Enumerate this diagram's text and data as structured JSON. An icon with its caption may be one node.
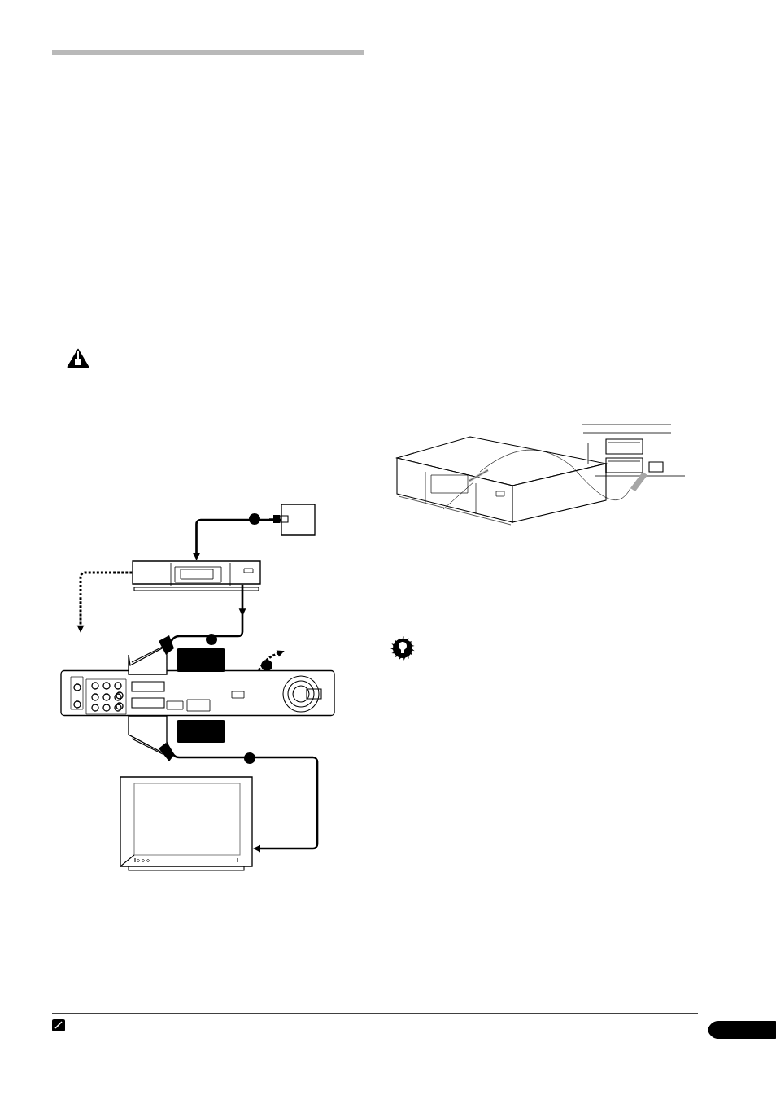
{
  "diagram": {
    "nodes": [
      {
        "text": [],
        "shape": "box"
      },
      {
        "text": [],
        "shape": "box"
      },
      {
        "text": [],
        "shape": "box"
      },
      {
        "text": [],
        "shape": "box"
      }
    ],
    "edges": [
      {
        "from": 0,
        "to": 1,
        "arrow": "to"
      },
      {
        "from": 1,
        "to": null,
        "arrow": "to",
        "style": "dashed"
      },
      {
        "from": 1,
        "to": 2,
        "arrow": "to"
      },
      {
        "from": 2,
        "to": null,
        "arrow": "to",
        "style": "dashed"
      },
      {
        "from": 2,
        "to": 3,
        "arrow": "to"
      }
    ]
  }
}
